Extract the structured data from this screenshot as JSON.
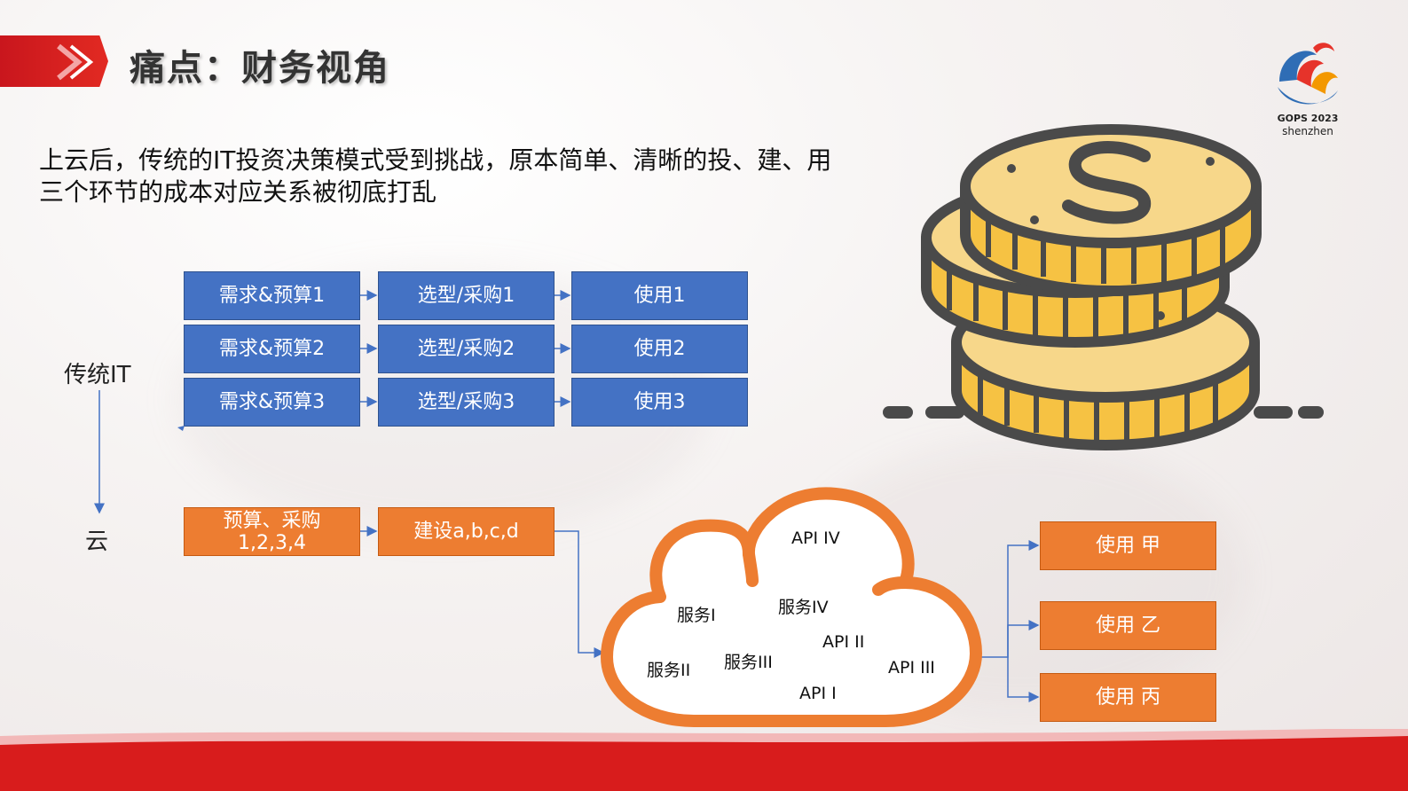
{
  "title": "痛点：财务视角",
  "intro": {
    "line1": "上云后，传统的IT投资决策模式受到挑战，原本简单、清晰的投、建、用",
    "line2": "三个环节的成本对应关系被彻底打乱"
  },
  "logo": {
    "name": "GOPS 2023",
    "city": "shenzhen"
  },
  "traditional": {
    "label": "传统IT",
    "rows": [
      [
        "需求&预算1",
        "选型/采购1",
        "使用1"
      ],
      [
        "需求&预算2",
        "选型/采购2",
        "使用2"
      ],
      [
        "需求&预算3",
        "选型/采购3",
        "使用3"
      ]
    ]
  },
  "cloud": {
    "label": "云",
    "budget": "预算、采购",
    "budget_sub": "1,2,3,4",
    "build": "建设a,b,c,d",
    "services": [
      "服务I",
      "服务II",
      "服务III",
      "服务IV"
    ],
    "apis": [
      "API I",
      "API II",
      "API III",
      "API IV"
    ],
    "usage": [
      "使用 甲",
      "使用 乙",
      "使用 丙"
    ]
  },
  "colors": {
    "blue": "#4472c4",
    "orange": "#ed7d31",
    "red": "#c9161d",
    "coin": "#f6c243",
    "coin_outline": "#4a4a4a"
  },
  "icons": [
    "chevron-icon",
    "coin-stack-icon",
    "cloud-icon",
    "gops-logo-icon"
  ]
}
